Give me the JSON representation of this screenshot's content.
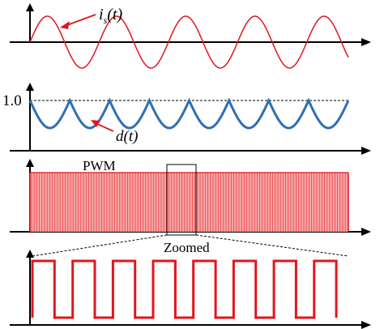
{
  "panels": {
    "current": {
      "label_main": "i",
      "label_sub": "s",
      "label_tail": "(t)",
      "color": "#e0161d",
      "cycles": 4.6
    },
    "duty": {
      "label": "d(t)",
      "tick_label": "1.0",
      "color": "#2f6fb5",
      "cycles": 8
    },
    "pwm": {
      "label": "PWM",
      "fill_color": "#f6a4a4",
      "line_color": "#e0161d"
    },
    "zoomed": {
      "label": "Zoomed",
      "color": "#e0161d",
      "pulses": 8
    }
  },
  "colors": {
    "axis": "#000000",
    "arrow_current": "#e0161d",
    "arrow_duty": "#e0161d"
  }
}
